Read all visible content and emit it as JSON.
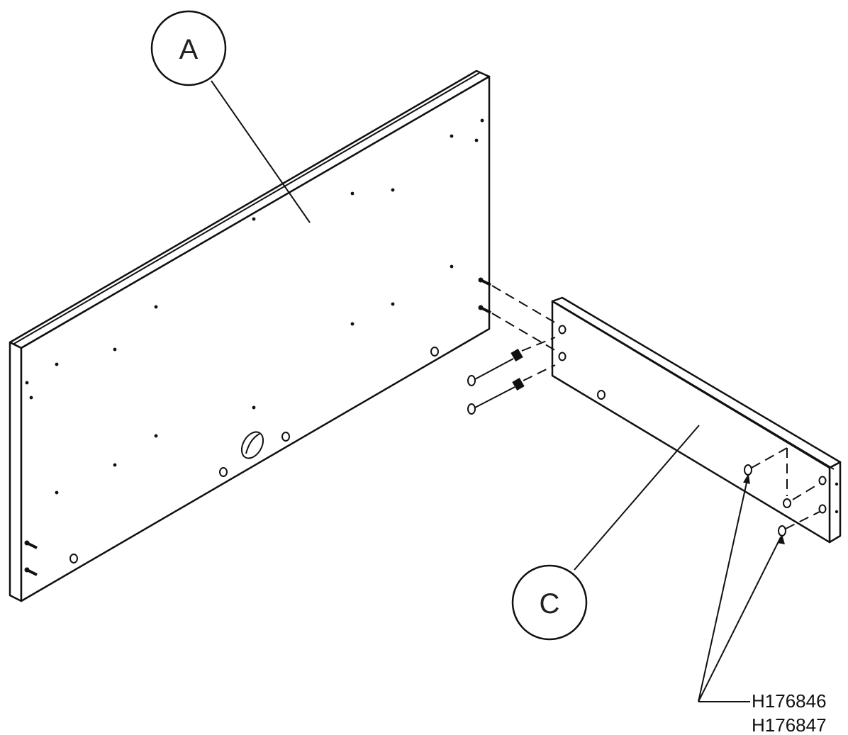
{
  "diagram": {
    "callouts": {
      "panel_a": "A",
      "panel_c": "C"
    },
    "part_numbers": [
      "H176846",
      "H176847"
    ]
  }
}
